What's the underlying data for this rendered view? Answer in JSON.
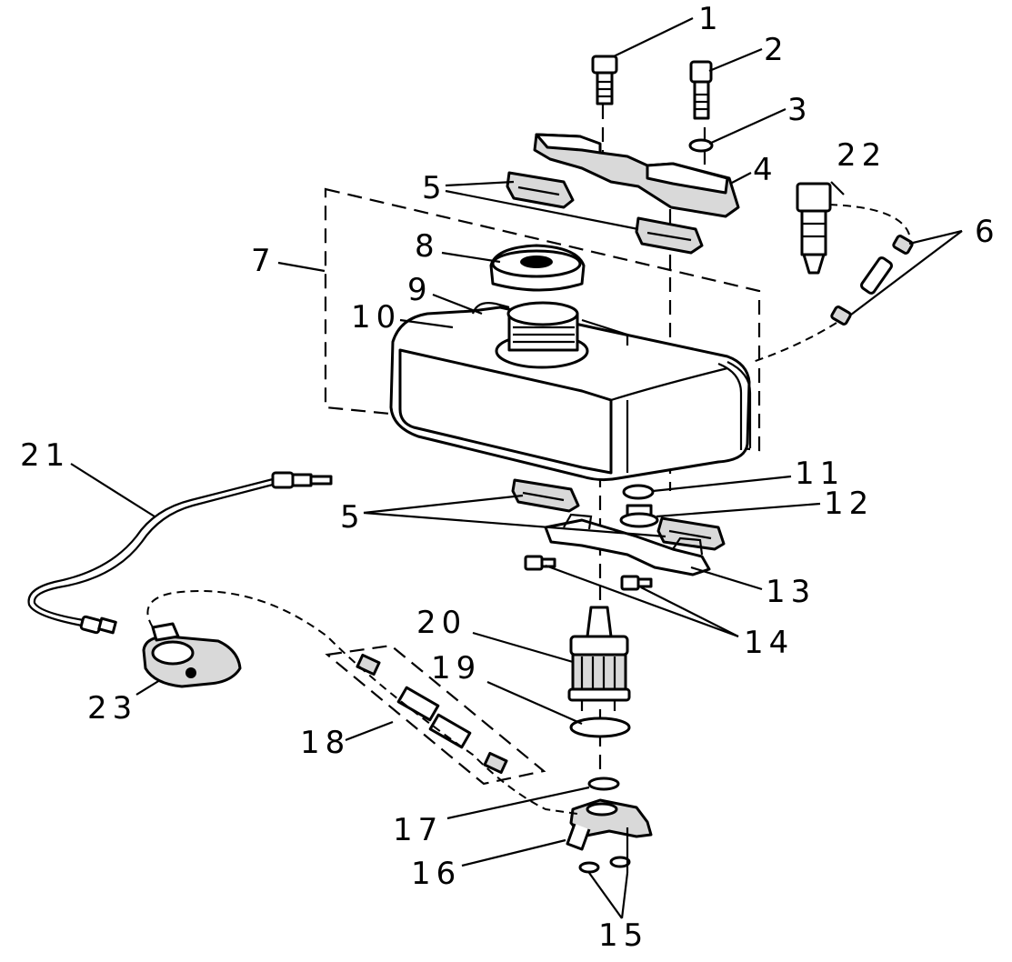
{
  "callouts": {
    "c1": "1",
    "c2": "2",
    "c3": "3",
    "c4": "4",
    "c5a": "5",
    "c5b": "5",
    "c6": "6",
    "c7": "7",
    "c8": "8",
    "c9": "9",
    "c10": "10",
    "c11": "11",
    "c12": "12",
    "c13": "13",
    "c14": "14",
    "c15": "15",
    "c16": "16",
    "c17": "17",
    "c18": "18",
    "c19": "19",
    "c20": "20",
    "c21": "21",
    "c22": "22",
    "c23": "23"
  }
}
